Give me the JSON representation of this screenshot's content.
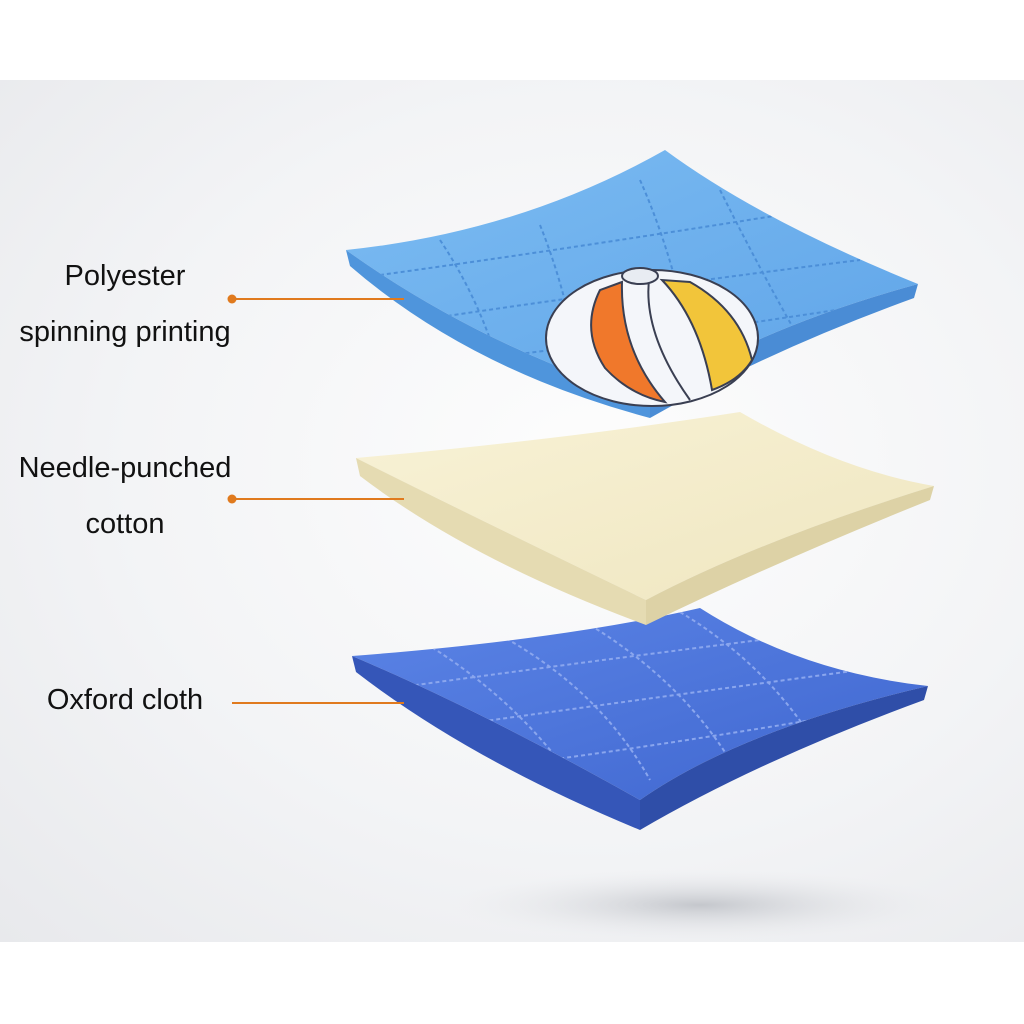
{
  "layers": [
    {
      "name": "polyester-layer",
      "label_lines": [
        "Polyester",
        "spinning printing"
      ],
      "color": "#6fb2ee"
    },
    {
      "name": "cotton-layer",
      "label_lines": [
        "Needle-punched",
        "cotton"
      ],
      "color": "#f6f0cf"
    },
    {
      "name": "oxford-layer",
      "label_lines": [
        "Oxford cloth"
      ],
      "color": "#4f79dd"
    }
  ],
  "colors": {
    "leader_line": "#e07a1e",
    "ball_orange": "#f0782b",
    "ball_yellow": "#f2c53a"
  },
  "icons": [
    "beach-ball-icon"
  ]
}
